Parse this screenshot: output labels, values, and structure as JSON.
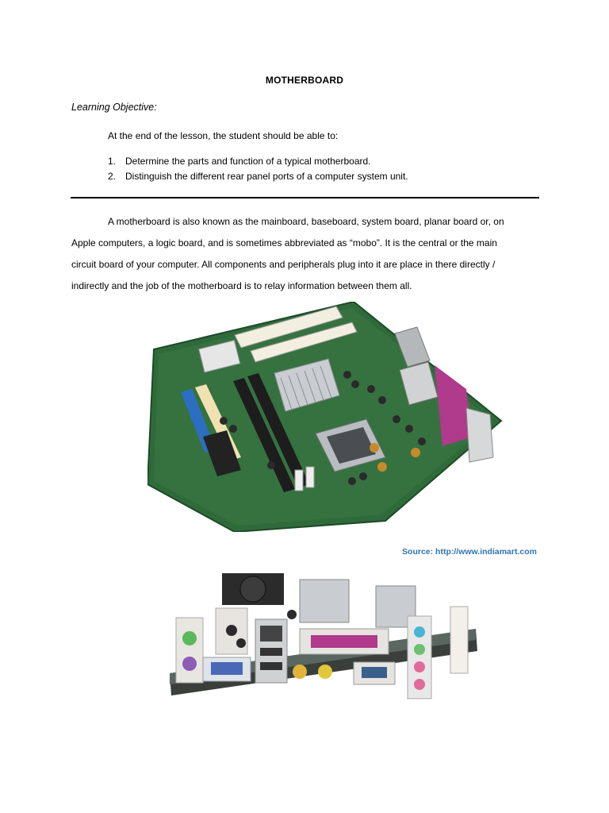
{
  "document": {
    "title": "MOTHERBOARD",
    "learning_objective_label": "Learning Objective:",
    "intro": "At the end of the lesson, the student should be able to:",
    "objectives": [
      {
        "num": "1.",
        "text": "Determine the parts and function of a typical motherboard."
      },
      {
        "num": "2.",
        "text": "Distinguish the different rear panel ports of a computer system unit."
      }
    ],
    "paragraph_lines": [
      "A motherboard is also known as the mainboard, baseboard, system board, planar board or, on",
      "Apple computers, a logic board, and is sometimes abbreviated as “mobo”. It is the central or the main",
      "circuit board of your computer.  All components and peripherals plug into it are place in there  directly /",
      "indirectly and the job of the motherboard is to relay information between them all."
    ],
    "source": "Source: http://www.indiamart.com"
  },
  "colors": {
    "pcb": "#2f6b3a",
    "source_link": "#2e75b6",
    "port_purple": "#b03a8c"
  },
  "images": {
    "figure1": "motherboard-top-photo",
    "figure2": "motherboard-rear-panel-photo"
  }
}
